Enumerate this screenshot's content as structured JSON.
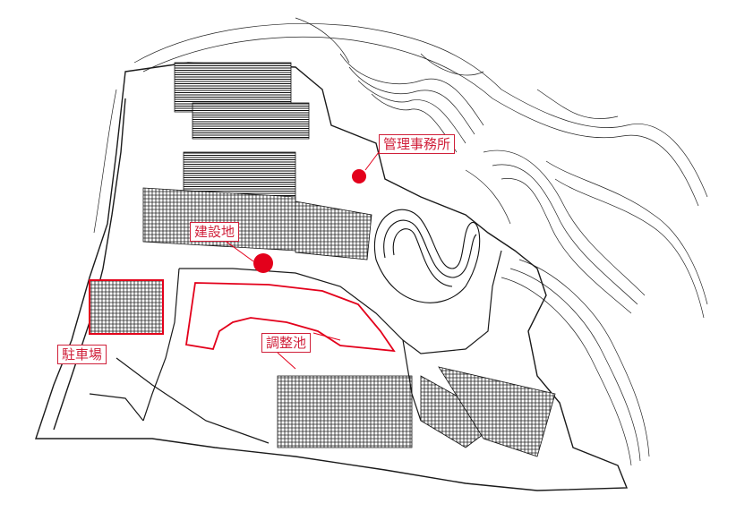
{
  "labels": {
    "management_office": "管理事務所",
    "construction_site": "建設地",
    "retention_pond": "調整池",
    "parking": "駐車場"
  },
  "colors": {
    "line": "#1a1a1a",
    "accent": "#e3001b",
    "background": "#ffffff"
  },
  "markers": [
    {
      "name": "management-office-marker"
    },
    {
      "name": "construction-site-marker"
    }
  ]
}
